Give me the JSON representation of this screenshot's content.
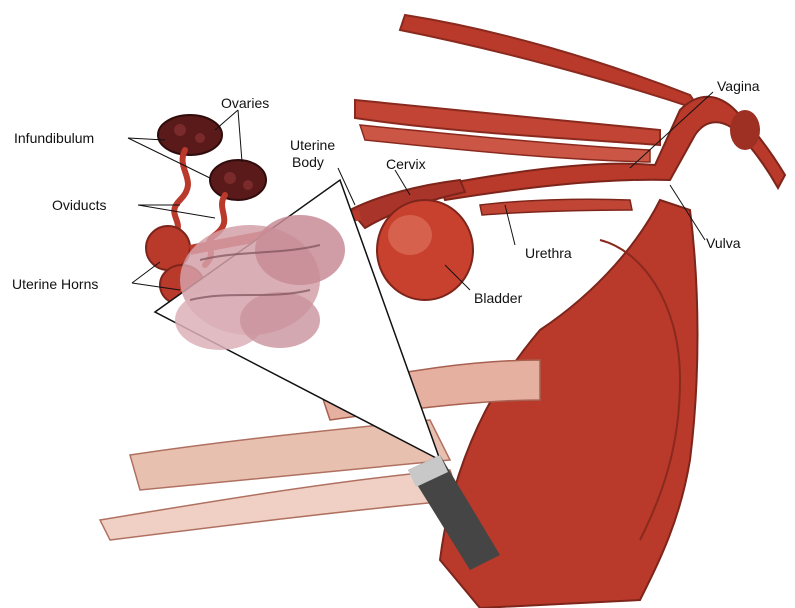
{
  "labels": {
    "ovaries": "Ovaries",
    "infundibulum": "Infundibulum",
    "oviducts": "Oviducts",
    "uterine_horns": "Uterine Horns",
    "uterine_body_line1": "Uterine",
    "uterine_body_line2": "Body",
    "cervix": "Cervix",
    "vagina": "Vagina",
    "urethra": "Urethra",
    "bladder": "Bladder",
    "vulva": "Vulva"
  },
  "colors": {
    "tissue": "#b9392b",
    "tissue_dark": "#8a2a1f",
    "tissue_light": "#d9796a",
    "skin": "#e8b8a8",
    "ovary": "#5a1a1a",
    "probe": "#454545",
    "probe_tip": "#c8c8c8",
    "ultrasound_image": "#d4a0a8"
  }
}
